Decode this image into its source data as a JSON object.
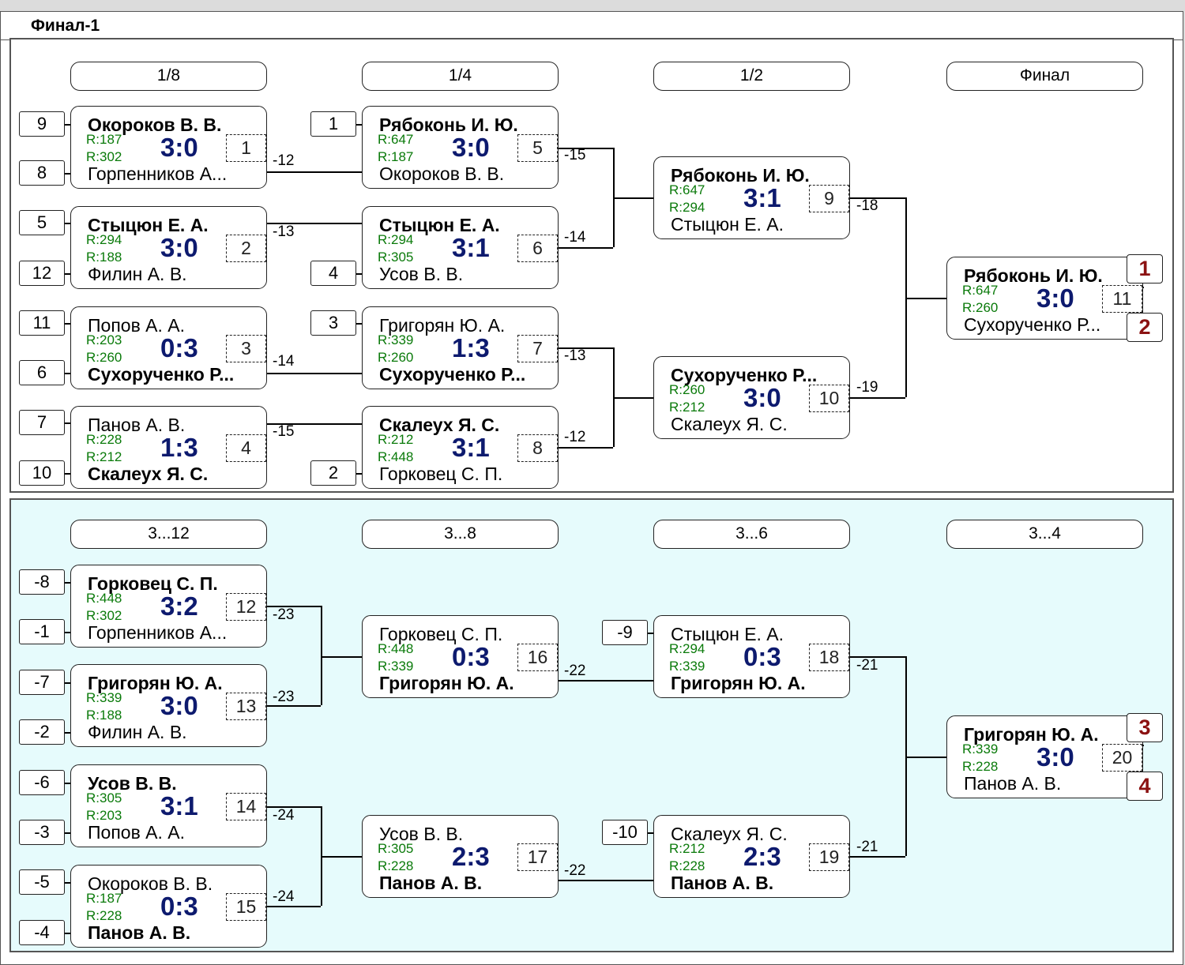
{
  "window": {
    "title": "Финал-1"
  },
  "main": {
    "rounds": [
      "1/8",
      "1/4",
      "1/2",
      "Финал"
    ],
    "seeds": [
      "9",
      "8",
      "5",
      "12",
      "11",
      "6",
      "7",
      "10",
      "1",
      "4",
      "3",
      "2"
    ],
    "matches": [
      {
        "num": "1",
        "score": "3:0",
        "top": {
          "name": "Окороков В. В.",
          "rating": "R:187",
          "winner": true
        },
        "bottom": {
          "name": "Горпенников А...",
          "rating": "R:302",
          "winner": false
        }
      },
      {
        "num": "2",
        "score": "3:0",
        "top": {
          "name": "Стыцюн Е. А.",
          "rating": "R:294",
          "winner": true
        },
        "bottom": {
          "name": "Филин А. В.",
          "rating": "R:188",
          "winner": false
        }
      },
      {
        "num": "3",
        "score": "0:3",
        "top": {
          "name": "Попов А. А.",
          "rating": "R:203",
          "winner": false
        },
        "bottom": {
          "name": "Сухорученко Р...",
          "rating": "R:260",
          "winner": true
        }
      },
      {
        "num": "4",
        "score": "1:3",
        "top": {
          "name": "Панов А. В.",
          "rating": "R:228",
          "winner": false
        },
        "bottom": {
          "name": "Скалеух Я. С.",
          "rating": "R:212",
          "winner": true
        }
      },
      {
        "num": "5",
        "score": "3:0",
        "top": {
          "name": "Рябоконь И. Ю.",
          "rating": "R:647",
          "winner": true
        },
        "bottom": {
          "name": "Окороков В. В.",
          "rating": "R:187",
          "winner": false
        }
      },
      {
        "num": "6",
        "score": "3:1",
        "top": {
          "name": "Стыцюн Е. А.",
          "rating": "R:294",
          "winner": true
        },
        "bottom": {
          "name": "Усов В. В.",
          "rating": "R:305",
          "winner": false
        }
      },
      {
        "num": "7",
        "score": "1:3",
        "top": {
          "name": "Григорян Ю. А.",
          "rating": "R:339",
          "winner": false
        },
        "bottom": {
          "name": "Сухорученко Р...",
          "rating": "R:260",
          "winner": true
        }
      },
      {
        "num": "8",
        "score": "3:1",
        "top": {
          "name": "Скалеух Я. С.",
          "rating": "R:212",
          "winner": true
        },
        "bottom": {
          "name": "Горковец С. П.",
          "rating": "R:448",
          "winner": false
        }
      },
      {
        "num": "9",
        "score": "3:1",
        "top": {
          "name": "Рябоконь И. Ю.",
          "rating": "R:647",
          "winner": true
        },
        "bottom": {
          "name": "Стыцюн Е. А.",
          "rating": "R:294",
          "winner": false
        }
      },
      {
        "num": "10",
        "score": "3:0",
        "top": {
          "name": "Сухорученко Р...",
          "rating": "R:260",
          "winner": true
        },
        "bottom": {
          "name": "Скалеух Я. С.",
          "rating": "R:212",
          "winner": false
        }
      },
      {
        "num": "11",
        "score": "3:0",
        "top": {
          "name": "Рябоконь И. Ю.",
          "rating": "R:647",
          "winner": true
        },
        "bottom": {
          "name": "Сухорученко Р...",
          "rating": "R:260",
          "winner": false
        }
      }
    ],
    "refs": [
      "-12",
      "-13",
      "-14",
      "-15",
      "-15",
      "-14",
      "-13",
      "-12",
      "-18",
      "-19"
    ],
    "places": [
      "1",
      "2"
    ]
  },
  "consolation": {
    "rounds": [
      "3...12",
      "3...8",
      "3...6",
      "3...4"
    ],
    "seeds": [
      "-8",
      "-1",
      "-7",
      "-2",
      "-6",
      "-3",
      "-5",
      "-4",
      "-9",
      "-10"
    ],
    "matches": [
      {
        "num": "12",
        "score": "3:2",
        "top": {
          "name": "Горковец С. П.",
          "rating": "R:448",
          "winner": true
        },
        "bottom": {
          "name": "Горпенников А...",
          "rating": "R:302",
          "winner": false
        }
      },
      {
        "num": "13",
        "score": "3:0",
        "top": {
          "name": "Григорян Ю. А.",
          "rating": "R:339",
          "winner": true
        },
        "bottom": {
          "name": "Филин А. В.",
          "rating": "R:188",
          "winner": false
        }
      },
      {
        "num": "14",
        "score": "3:1",
        "top": {
          "name": "Усов В. В.",
          "rating": "R:305",
          "winner": true
        },
        "bottom": {
          "name": "Попов А. А.",
          "rating": "R:203",
          "winner": false
        }
      },
      {
        "num": "15",
        "score": "0:3",
        "top": {
          "name": "Окороков В. В.",
          "rating": "R:187",
          "winner": false
        },
        "bottom": {
          "name": "Панов А. В.",
          "rating": "R:228",
          "winner": true
        }
      },
      {
        "num": "16",
        "score": "0:3",
        "top": {
          "name": "Горковец С. П.",
          "rating": "R:448",
          "winner": false
        },
        "bottom": {
          "name": "Григорян Ю. А.",
          "rating": "R:339",
          "winner": true
        }
      },
      {
        "num": "17",
        "score": "2:3",
        "top": {
          "name": "Усов В. В.",
          "rating": "R:305",
          "winner": false
        },
        "bottom": {
          "name": "Панов А. В.",
          "rating": "R:228",
          "winner": true
        }
      },
      {
        "num": "18",
        "score": "0:3",
        "top": {
          "name": "Стыцюн Е. А.",
          "rating": "R:294",
          "winner": false
        },
        "bottom": {
          "name": "Григорян Ю. А.",
          "rating": "R:339",
          "winner": true
        }
      },
      {
        "num": "19",
        "score": "2:3",
        "top": {
          "name": "Скалеух Я. С.",
          "rating": "R:212",
          "winner": false
        },
        "bottom": {
          "name": "Панов А. В.",
          "rating": "R:228",
          "winner": true
        }
      },
      {
        "num": "20",
        "score": "3:0",
        "top": {
          "name": "Григорян Ю. А.",
          "rating": "R:339",
          "winner": true
        },
        "bottom": {
          "name": "Панов А. В.",
          "rating": "R:228",
          "winner": false
        }
      }
    ],
    "refs": [
      "-23",
      "-23",
      "-24",
      "-24",
      "-22",
      "-22",
      "-21",
      "-21"
    ],
    "places": [
      "3",
      "4"
    ]
  }
}
